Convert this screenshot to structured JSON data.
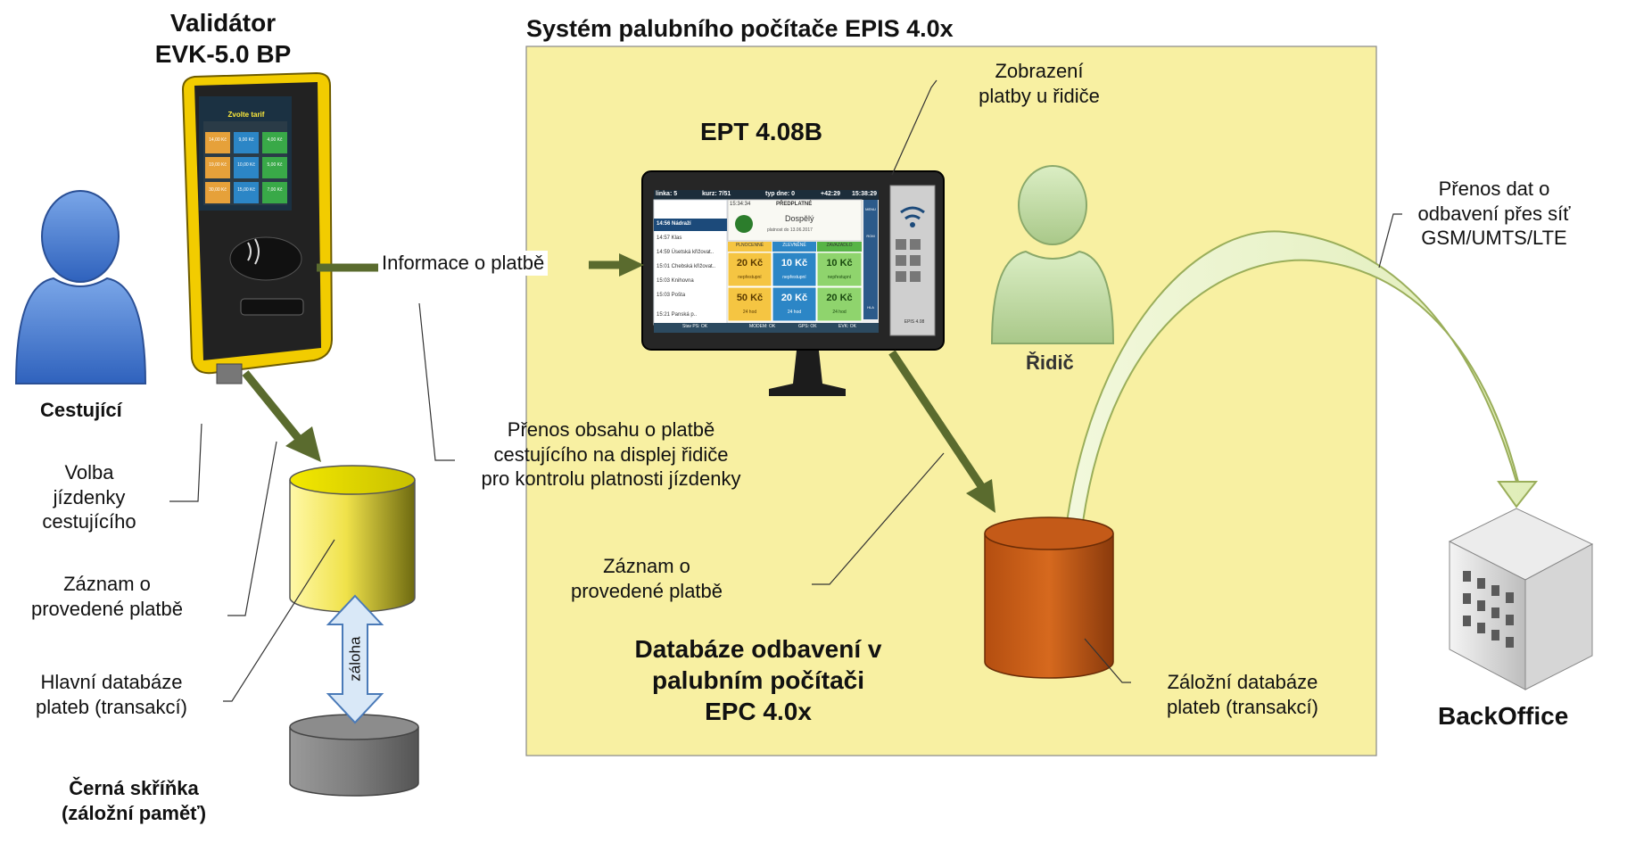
{
  "validator": {
    "line1": "Validátor",
    "line2": "EVK-5.0 BP"
  },
  "system_title": "Systém palubního počítače EPIS 4.0x",
  "ept_title": "EPT 4.08B",
  "payment_display": {
    "line1": "Zobrazení",
    "line2": "platby u řidiče"
  },
  "transfer_gsm": {
    "line1": "Přenos dat o",
    "line2": "odbavení přes síť",
    "line3": "GSM/UMTS/LTE"
  },
  "info_payment": "Informace o platbě",
  "passenger": "Cestující",
  "driver": "Řidič",
  "ticket_choice": {
    "line1": "Volba",
    "line2": "jízdenky",
    "line3": "cestujícího"
  },
  "record_left": {
    "line1": "Záznam o",
    "line2": "provedené platbě"
  },
  "main_db": {
    "line1": "Hlavní databáze",
    "line2": "plateb (transakcí)"
  },
  "black_box": {
    "line1": "Černá skříňka",
    "line2": "(záložní paměť)"
  },
  "backup_arrow": "záloha",
  "transfer_content": {
    "line1": "Přenos obsahu o platbě",
    "line2": "cestujícího na displej řidiče",
    "line3": "pro kontrolu platnosti jízdenky"
  },
  "record_center": {
    "line1": "Záznam o",
    "line2": "provedené platbě"
  },
  "db_onboard": {
    "line1": "Databáze  odbavení v",
    "line2": "palubním počítači",
    "line3": "EPC 4.0x"
  },
  "backup_db": {
    "line1": "Záložní databáze",
    "line2": "plateb (transakcí)"
  },
  "backoffice": "BackOffice",
  "validator_screen": {
    "title": "Zvolte tarif",
    "fares": [
      "14,00 Kč",
      "9,00 Kč",
      "4,00 Kč",
      "19,00 Kč",
      "10,00 Kč",
      "5,00 Kč",
      "30,00 Kč",
      "15,00 Kč",
      "7,00 Kč"
    ]
  },
  "ept_screen": {
    "header": {
      "line": "linka: 5",
      "course": "kurz: 7/51",
      "day_type": "typ dne: 0",
      "delay": "+42:29",
      "time": "15:38:29"
    },
    "stops": [
      "14:56 Nádraží",
      "14:57 Klas",
      "14:59 Úsetská křižovat..",
      "15:01 Chebská křižovat..",
      "15:03 Knihovna",
      "15:03 Pošta",
      "15:21 Panská p.."
    ],
    "ticket_time": "15:34:34",
    "ticket_type": "PŘEDPLATNÉ",
    "ticket_person": "Dospělý",
    "ticket_valid": "platnost do 13.06.2017",
    "fare_cols": [
      "PLNOCENNÉ",
      "ZLEVNĚNÉ",
      "ZAVAZADLO"
    ],
    "fares": [
      {
        "price": "20 Kč",
        "note": "nepřestupní"
      },
      {
        "price": "10 Kč",
        "note": "nepřestupní"
      },
      {
        "price": "10 Kč",
        "note": "nepřestupní"
      },
      {
        "price": "50 Kč",
        "note": "24 hod"
      },
      {
        "price": "20 Kč",
        "note": "24 hod"
      },
      {
        "price": "20 Kč",
        "note": "24 hod"
      }
    ],
    "side_buttons": [
      "MENU",
      "ROM",
      "",
      "HLA"
    ],
    "status": {
      "s1": "Stav PS: OK",
      "s2": "MODEM: OK",
      "s3": "GPS: OK",
      "s4": "EVK: OK"
    },
    "brand": "EPIS 4.08"
  },
  "colors": {
    "panel_bg": "#f8f0a2",
    "arrow_green": "#5a6b2e",
    "person_blue": "#4d7fd0",
    "person_green": "#c0d8a0",
    "validator_yellow": "#f5d300",
    "db_yellow": "#f4ea4a",
    "db_orange": "#c0581a",
    "db_gray": "#7a7a7a"
  }
}
